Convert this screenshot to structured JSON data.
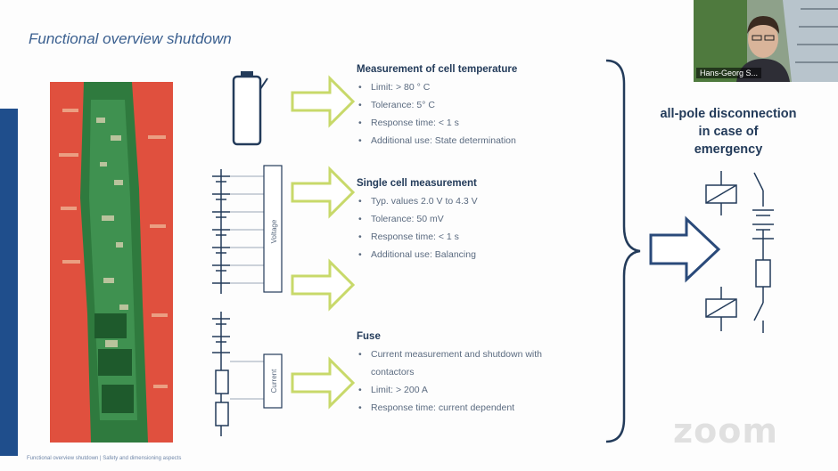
{
  "slide": {
    "title": "Functional overview shutdown",
    "footer": "Functional overview shutdown | Safety and dimensioning aspects"
  },
  "sections": [
    {
      "title": "Measurement of cell temperature",
      "items": [
        "Limit: > 80 ° C",
        "Tolerance: 5° C",
        "Response time: < 1 s",
        "Additional use: State determination"
      ]
    },
    {
      "title": "Single cell measurement",
      "items": [
        "Typ. values 2.0 V to 4.3 V",
        "Tolerance: 50 mV",
        "Response time: < 1 s",
        "Additional use: Balancing"
      ]
    },
    {
      "title": "Fuse",
      "items": [
        "Current measurement and shutdown with contactors",
        "Limit: > 200 A",
        "Response time: current dependent"
      ]
    }
  ],
  "diagram": {
    "voltage_label": "Voltage",
    "current_label": "Current"
  },
  "emergency": {
    "line1": "all-pole disconnection",
    "line2": "in case of",
    "line3": "emergency"
  },
  "video": {
    "participant_name": "Hans-Georg S..."
  },
  "watermark": "zoom",
  "colors": {
    "accent_blue": "#1f4e8c",
    "arrow_outline": "#c8d96a",
    "big_arrow": "#2a4a7a",
    "pcb_background": "#e0503e",
    "pcb_board": "#2f7a3e"
  }
}
